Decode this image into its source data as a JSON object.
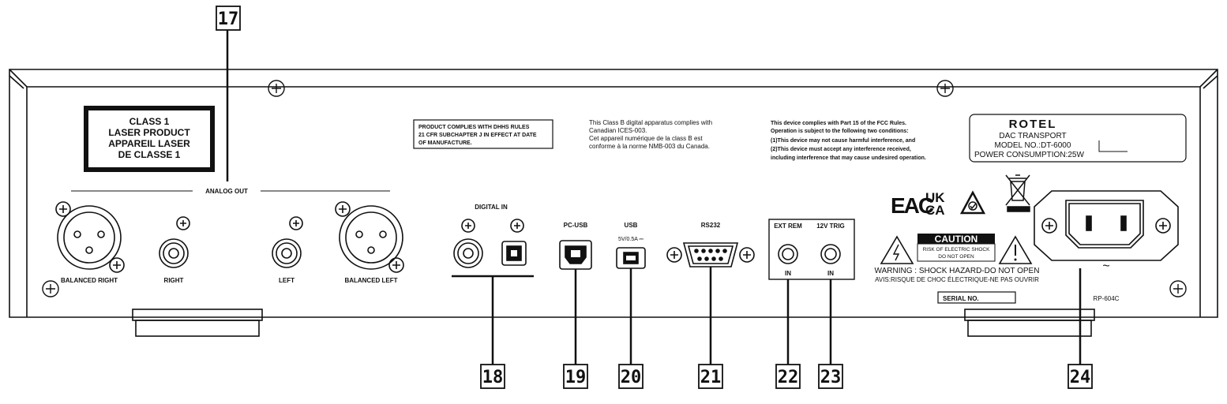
{
  "callouts": [
    "17",
    "18",
    "19",
    "20",
    "21",
    "22",
    "23",
    "24"
  ],
  "laser_label": {
    "lines": [
      "CLASS 1",
      "LASER PRODUCT",
      "APPAREIL LASER",
      "DE CLASSE 1"
    ]
  },
  "dhhs_notice": {
    "lines": [
      "PRODUCT COMPLIES WITH DHHS RULES",
      "21 CFR SUBCHAPTER J IN EFFECT AT DATE",
      "OF MANUFACTURE."
    ]
  },
  "ices_notice": {
    "lines": [
      "This Class B digital apparatus complies with",
      "Canadian ICES-003.",
      "Cet appareil numérique de la class B est",
      "conforme à la norme  NMB-003 du Canada."
    ]
  },
  "fcc_notice": {
    "lines": [
      "This device complies with Part 15 of the FCC Rules.",
      "Operation is subject to the following two conditions:",
      "(1)This device may not cause harmful interference, and",
      "(2)This device must accept any interference received,",
      "including interference that may cause undesired operation."
    ]
  },
  "model_plate": {
    "brand": "ROTEL",
    "product": "DAC TRANSPORT",
    "model": "MODEL NO.:DT-6000",
    "power": "POWER CONSUMPTION:25W"
  },
  "cert_marks": {
    "eac": "EAC",
    "ukca_top": "UK",
    "ukca_bottom": "CA"
  },
  "sections": {
    "analog_out": "ANALOG OUT",
    "digital_in": "DIGITAL IN"
  },
  "connectors": {
    "balanced_right": "BALANCED RIGHT",
    "right": "RIGHT",
    "left": "LEFT",
    "balanced_left": "BALANCED LEFT",
    "pc_usb": "PC-USB",
    "usb": "USB",
    "usb_rating": "5V/0.5A ⎓",
    "rs232": "RS232",
    "ext_rem": "EXT REM",
    "trig_12v": "12V TRIG",
    "ext_rem_in": "IN",
    "trig_in": "IN"
  },
  "warning": {
    "caution": "CAUTION",
    "risk_line1": "RISK OF ELECTRIC SHOCK",
    "risk_line2": "DO NOT OPEN",
    "warning_en": "WARNING : SHOCK HAZARD-DO NOT OPEN",
    "warning_fr": "AVIS:RISQUE DE CHOC ÉLECTRIQUE-NE PAS OUVRIR",
    "serial": "SERIAL NO."
  },
  "power_inlet": {
    "tilde": "~",
    "code": "RP-604C"
  }
}
